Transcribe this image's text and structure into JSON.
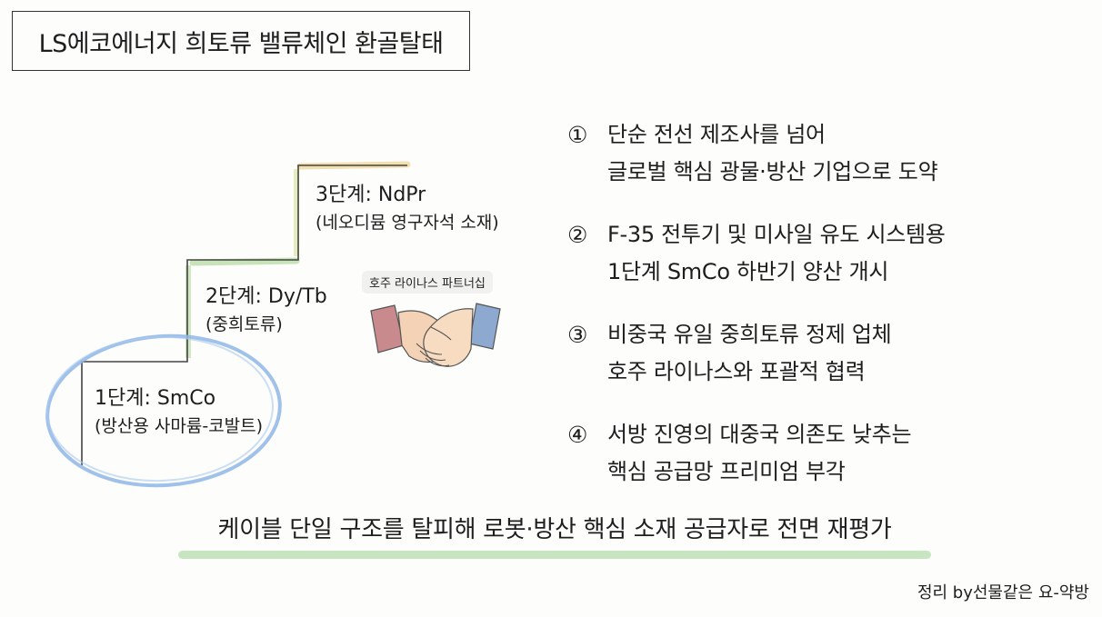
{
  "title": "LS에코에너지 희토류 밸류체인 환골탈태",
  "colors": {
    "title_border": "#333333",
    "stair_outline": "#444444",
    "stage1_accent": "#8fb6e6",
    "stage2_accent": "#b9dca6",
    "stage3_accent": "#f0d89c",
    "summary_highlight": "#bde1b6"
  },
  "stages": [
    {
      "name": "1단계: SmCo",
      "desc": "(방산용 사마륨-코발트)"
    },
    {
      "name": "2단계: Dy/Tb",
      "desc": "(중희토류)"
    },
    {
      "name": "3단계: NdPr",
      "desc": "(네오디뮴 영구자석 소재)"
    }
  ],
  "partner": {
    "label": "호주 라이나스 파트너십",
    "icon": "handshake-icon"
  },
  "points": [
    {
      "num": "①",
      "lines": [
        "단순 전선 제조사를 넘어",
        "글로벌 핵심 광물·방산 기업으로 도약"
      ]
    },
    {
      "num": "②",
      "lines": [
        "F-35 전투기 및 미사일 유도 시스템용",
        "1단계 SmCo 하반기 양산 개시"
      ]
    },
    {
      "num": "③",
      "lines": [
        "비중국 유일 중희토류 정제 업체",
        "호주 라이나스와 포괄적 협력"
      ]
    },
    {
      "num": "④",
      "lines": [
        "서방 진영의 대중국 의존도 낮추는",
        "핵심 공급망 프리미엄 부각"
      ]
    }
  ],
  "summary": "케이블 단일 구조를 탈피해 로봇·방산 핵심 소재 공급자로 전면 재평가",
  "credit": "정리 by선물같은 요-약방"
}
